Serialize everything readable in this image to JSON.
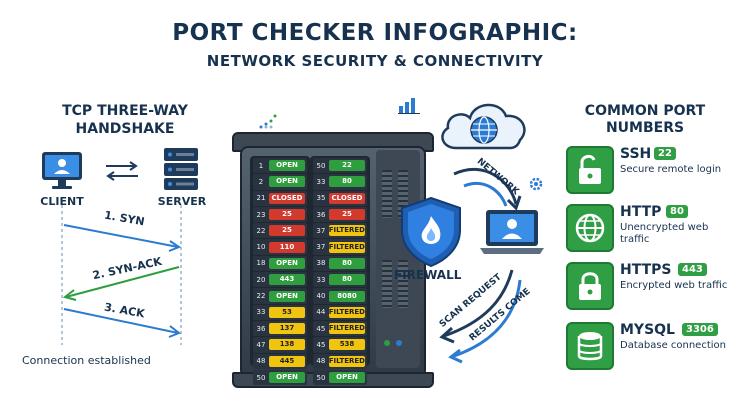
{
  "title": "PORT CHECKER INFOGRAPHIC:",
  "subtitle": "NETWORK SECURITY & CONNECTIVITY",
  "handshake": {
    "title_line1": "TCP THREE-WAY",
    "title_line2": "HANDSHAKE",
    "client_label": "CLIENT",
    "server_label": "SERVER",
    "steps": [
      "1. SYN",
      "2. SYN-ACK",
      "3. ACK"
    ],
    "footer": "Connection established"
  },
  "rack": {
    "left_column": [
      {
        "num": "1",
        "status": "OPEN",
        "type": "open"
      },
      {
        "num": "2",
        "status": "OPEN",
        "type": "open"
      },
      {
        "num": "21",
        "status": "CLOSED",
        "type": "closed"
      },
      {
        "num": "23",
        "status": "25",
        "type": "closed"
      },
      {
        "num": "22",
        "status": "25",
        "type": "closed"
      },
      {
        "num": "10",
        "status": "110",
        "type": "closed"
      },
      {
        "num": "18",
        "status": "OPEN",
        "type": "open"
      },
      {
        "num": "20",
        "status": "443",
        "type": "open"
      },
      {
        "num": "22",
        "status": "OPEN",
        "type": "open"
      },
      {
        "num": "33",
        "status": "53",
        "type": "filtered"
      },
      {
        "num": "36",
        "status": "137",
        "type": "filtered"
      },
      {
        "num": "47",
        "status": "138",
        "type": "filtered"
      },
      {
        "num": "48",
        "status": "445",
        "type": "filtered"
      },
      {
        "num": "50",
        "status": "OPEN",
        "type": "open"
      }
    ],
    "right_column": [
      {
        "num": "50",
        "status": "22",
        "type": "open"
      },
      {
        "num": "33",
        "status": "80",
        "type": "open"
      },
      {
        "num": "35",
        "status": "CLOSED",
        "type": "closed"
      },
      {
        "num": "36",
        "status": "25",
        "type": "closed"
      },
      {
        "num": "37",
        "status": "FILTERED",
        "type": "filtered"
      },
      {
        "num": "37",
        "status": "FILTERED",
        "type": "filtered"
      },
      {
        "num": "38",
        "status": "80",
        "type": "open"
      },
      {
        "num": "33",
        "status": "80",
        "type": "open"
      },
      {
        "num": "40",
        "status": "8080",
        "type": "open"
      },
      {
        "num": "44",
        "status": "FILTERED",
        "type": "filtered"
      },
      {
        "num": "45",
        "status": "FILTERED",
        "type": "filtered"
      },
      {
        "num": "45",
        "status": "538",
        "type": "filtered"
      },
      {
        "num": "48",
        "status": "FILTERED",
        "type": "filtered"
      },
      {
        "num": "50",
        "status": "OPEN",
        "type": "open"
      }
    ]
  },
  "firewall_label": "FIREWALL",
  "flow": {
    "network": "NETWORK",
    "scan_request": "SCAN REQUEST",
    "results_come": "RESULTS COME"
  },
  "common_ports": {
    "title_line1": "COMMON PORT",
    "title_line2": "NUMBERS",
    "cards": [
      {
        "name": "SSH",
        "port": "22",
        "desc": "Secure remote login",
        "icon": "unlock-icon"
      },
      {
        "name": "HTTP",
        "port": "80",
        "desc": "Unencrypted web traffic",
        "icon": "globe-icon"
      },
      {
        "name": "HTTPS",
        "port": "443",
        "desc": "Encrypted web traffic",
        "icon": "lock-icon"
      },
      {
        "name": "MYSQL",
        "port": "3306",
        "desc": "Database connection",
        "icon": "database-icon"
      }
    ]
  },
  "colors": {
    "open": "#2e9e3e",
    "closed": "#d23a2e",
    "filtered": "#f1c40f",
    "accent": "#2b7bd3",
    "text": "#17324f"
  }
}
